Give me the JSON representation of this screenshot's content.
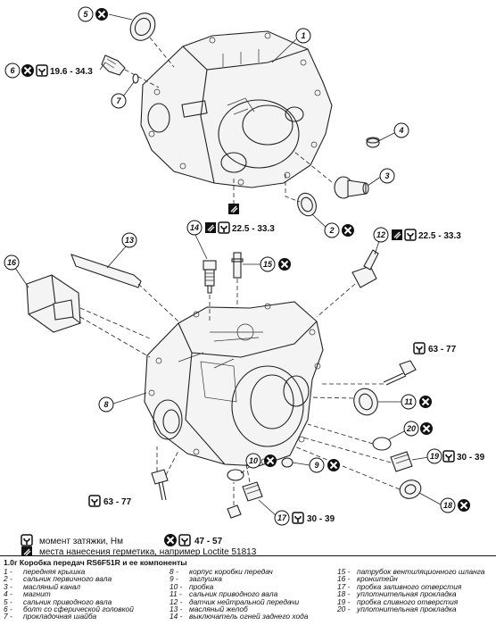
{
  "callouts": [
    {
      "num": "1"
    },
    {
      "num": "2"
    },
    {
      "num": "3"
    },
    {
      "num": "4"
    },
    {
      "num": "5"
    },
    {
      "num": "6"
    },
    {
      "num": "7"
    },
    {
      "num": "8"
    },
    {
      "num": "9"
    },
    {
      "num": "10"
    },
    {
      "num": "11"
    },
    {
      "num": "12"
    },
    {
      "num": "13"
    },
    {
      "num": "14"
    },
    {
      "num": "15"
    },
    {
      "num": "16"
    },
    {
      "num": "17"
    },
    {
      "num": "18"
    },
    {
      "num": "19"
    },
    {
      "num": "20"
    }
  ],
  "torques": {
    "p6": "19.6 - 34.3",
    "p14": "22.5 - 33.3",
    "p12": "22.5 - 33.3",
    "bolt_upper": "63 - 77",
    "bolt_lower": "63 - 77",
    "p17": "30 - 39",
    "p19": "30 - 39",
    "legend": "47 - 57"
  },
  "legend": {
    "torque_label": "момент затяжки, Нм",
    "sealant_label": "места нанесения герметика, например Loctite 51813"
  },
  "caption": {
    "title": "1.0г Коробка передач RS6F51R и ее компоненты",
    "col1": [
      {
        "n": "1 -",
        "t": "передняя крышка"
      },
      {
        "n": "2 -",
        "t": "сальник первичного вала"
      },
      {
        "n": "3 -",
        "t": "масляный канал"
      },
      {
        "n": "4 -",
        "t": "магнит"
      },
      {
        "n": "5 -",
        "t": "сальник приводного вала"
      },
      {
        "n": "6 -",
        "t": "болт со сферической головкой"
      },
      {
        "n": "7 -",
        "t": "прокладочная шайба"
      }
    ],
    "col2": [
      {
        "n": "8 -",
        "t": "корпус коробки передач"
      },
      {
        "n": "9 -",
        "t": "заглушка"
      },
      {
        "n": "10 -",
        "t": "пробка"
      },
      {
        "n": "11 -",
        "t": "сальник приводного вала"
      },
      {
        "n": "12 -",
        "t": "датчик нейтральной передачи"
      },
      {
        "n": "13 -",
        "t": "масляный желоб"
      },
      {
        "n": "14 -",
        "t": "выключатель огней заднего хода"
      }
    ],
    "col3": [
      {
        "n": "15 -",
        "t": "патрубок вентиляционного шланга"
      },
      {
        "n": "16 -",
        "t": "кронштейн"
      },
      {
        "n": "17 -",
        "t": "пробка заливного отверстия"
      },
      {
        "n": "18 -",
        "t": "уплотнительная прокладка"
      },
      {
        "n": "19 -",
        "t": "пробка сливного отверстия"
      },
      {
        "n": "20 -",
        "t": "уплотнительная прокладка"
      }
    ]
  }
}
